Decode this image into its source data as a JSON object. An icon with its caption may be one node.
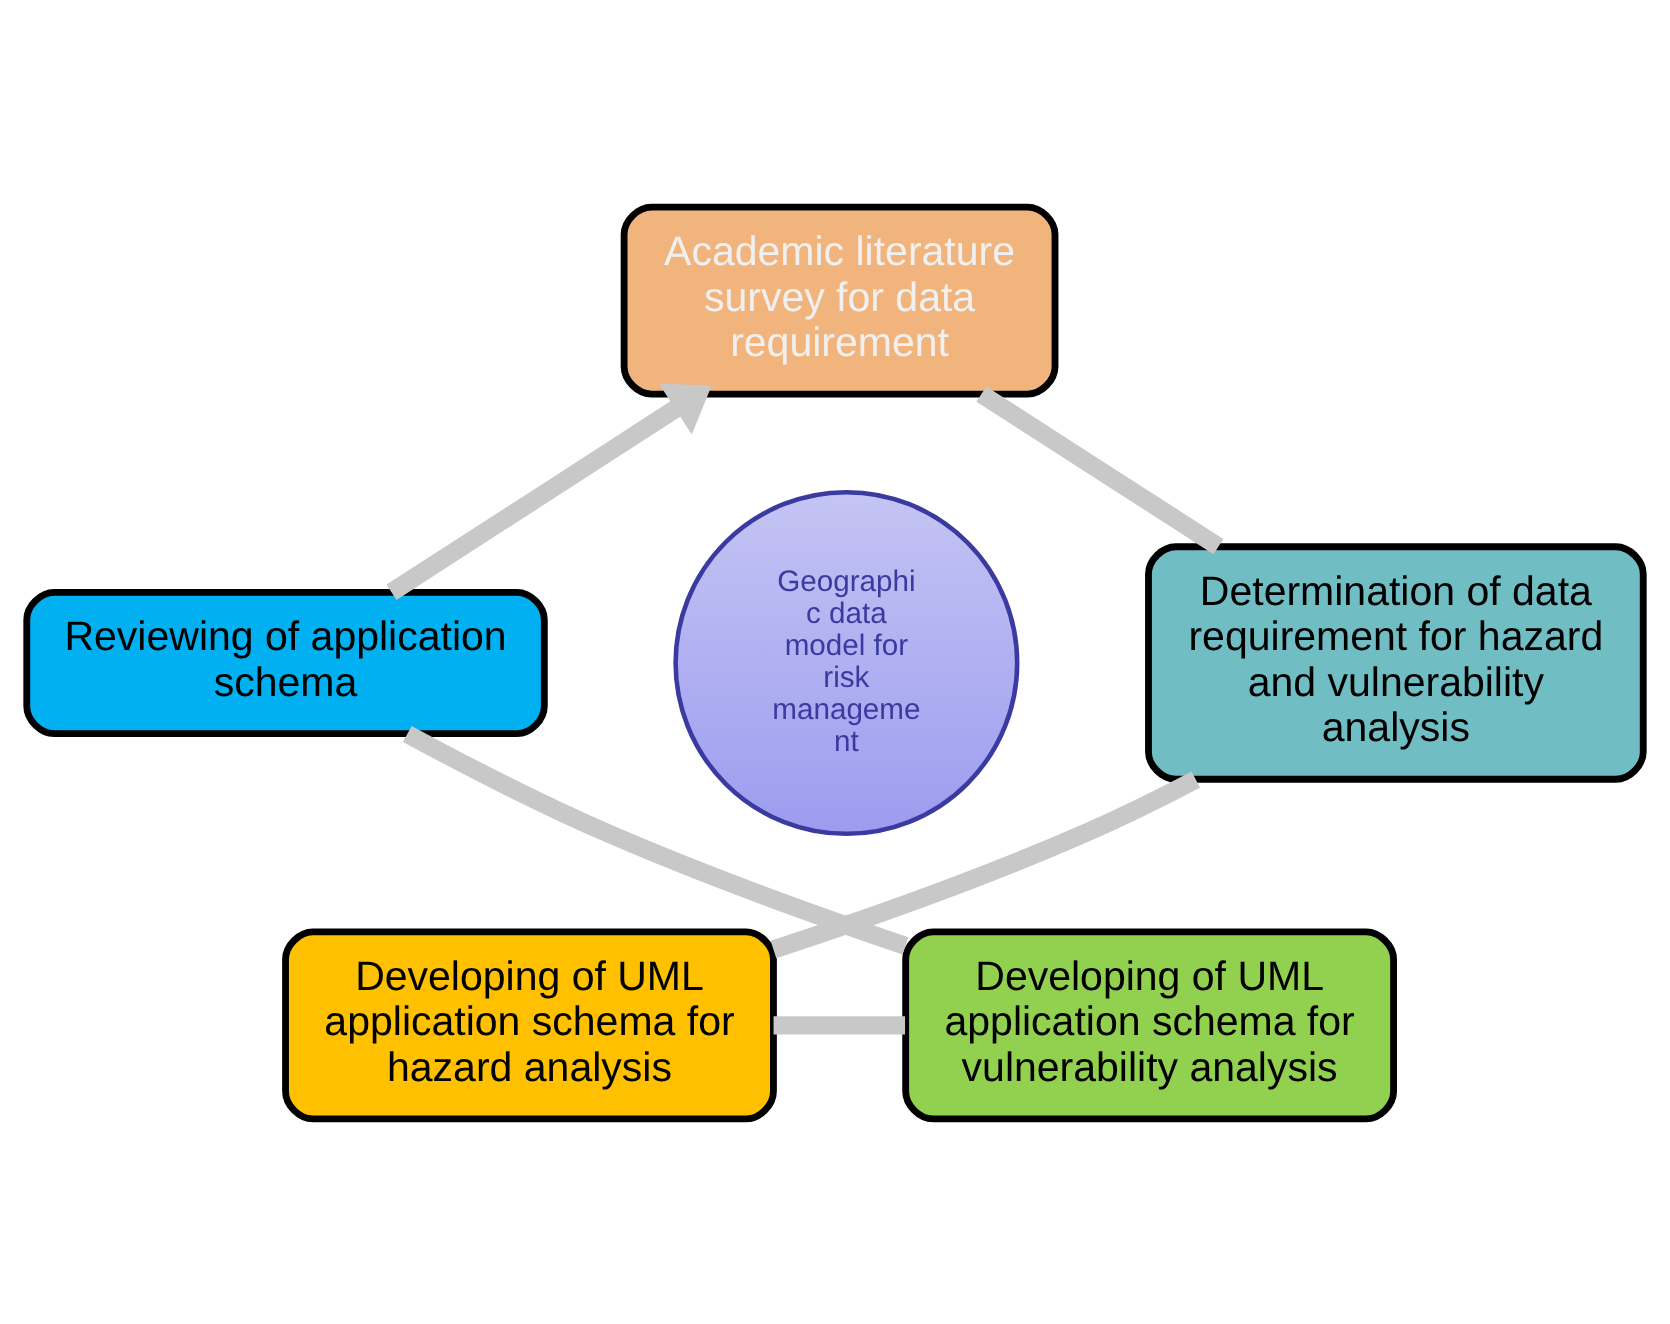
{
  "diagram": {
    "nodes": [
      {
        "text": [
          "Academic literature survey for data requirement"
        ]
      },
      {
        "text": [
          "Reviewing of application schema"
        ]
      },
      {
        "text": [
          "Geographi c data model for risk manageme nt"
        ]
      },
      {
        "text": [
          "Determination of data requirement for hazard and vulnerability analysis"
        ]
      },
      {
        "text": [
          "Developing of UML application schema for vulnerability analysis"
        ]
      },
      {
        "text": [
          "Developing of UML application schema for hazard analysis"
        ]
      }
    ],
    "edges": [
      {
        "from": 0,
        "to": 3,
        "arrow": "none"
      },
      {
        "from": 3,
        "to": 5,
        "arrow": "none"
      },
      {
        "from": 5,
        "to": 4,
        "arrow": "none"
      },
      {
        "from": 4,
        "to": 1,
        "arrow": "none"
      },
      {
        "from": 1,
        "to": 0,
        "arrow": "to"
      }
    ]
  }
}
